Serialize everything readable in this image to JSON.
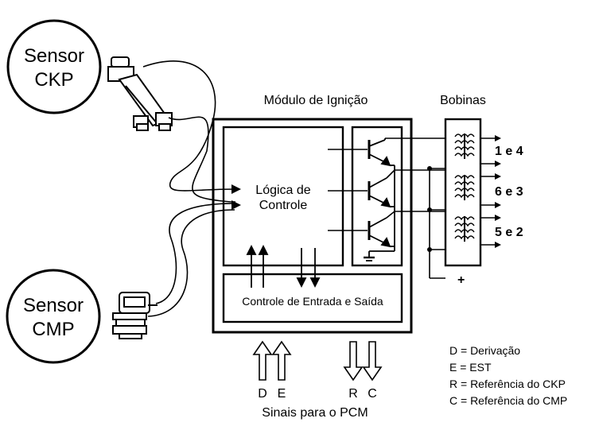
{
  "sensor_ckp": {
    "line1": "Sensor",
    "line2": "CKP"
  },
  "sensor_cmp": {
    "line1": "Sensor",
    "line2": "CMP"
  },
  "module": {
    "title": "Módulo de Ignição",
    "logic_line1": "Lógica de",
    "logic_line2": "Controle",
    "io_label": "Controle de Entrada e Saída"
  },
  "coils": {
    "title": "Bobinas",
    "pairs": [
      "1 e 4",
      "6 e 3",
      "5 e 2"
    ],
    "plus": "+"
  },
  "pcm": {
    "arrows": [
      "D",
      "E",
      "R",
      "C"
    ],
    "caption": "Sinais para o PCM"
  },
  "legend": [
    "D = Derivação",
    "E = EST",
    "R = Referência do CKP",
    "C = Referência do CMP"
  ],
  "colors": {
    "ink": "#000000",
    "background": "#ffffff"
  }
}
